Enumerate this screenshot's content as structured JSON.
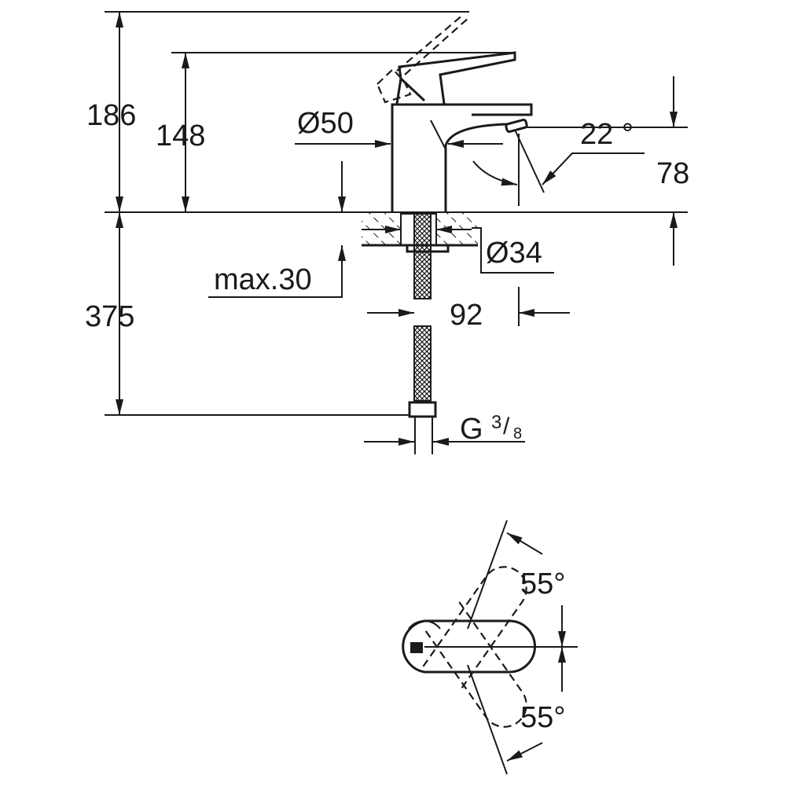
{
  "side_view": {
    "dimensions": {
      "total_height": "186",
      "lever_height": "148",
      "body_diameter": "Ø50",
      "spout_angle": "22 °",
      "spout_height": "78",
      "hole_diameter": "Ø34",
      "max_thickness": "max.30",
      "hose_length": "375",
      "projection": "92",
      "thread_g": "G",
      "thread_num": "3",
      "thread_den": "8"
    }
  },
  "top_view": {
    "angle_left": "55°",
    "angle_right": "55°"
  }
}
